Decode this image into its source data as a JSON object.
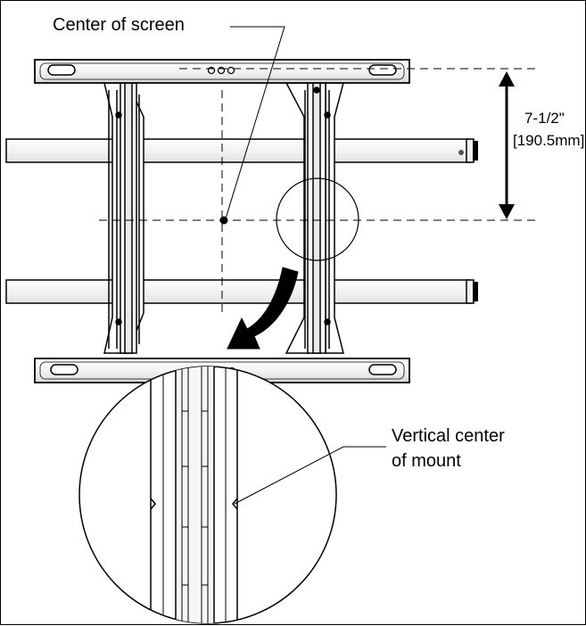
{
  "labels": {
    "center_of_screen": "Center of screen",
    "dimension_line1": "7-1/2\"",
    "dimension_line2": "[190.5mm]",
    "vertical_center_line1": "Vertical center",
    "vertical_center_line2": "of mount"
  },
  "colors": {
    "line": "#000000",
    "background": "#ffffff",
    "metal_light": "#f2f2f2",
    "metal_mid": "#dcdcdc"
  }
}
